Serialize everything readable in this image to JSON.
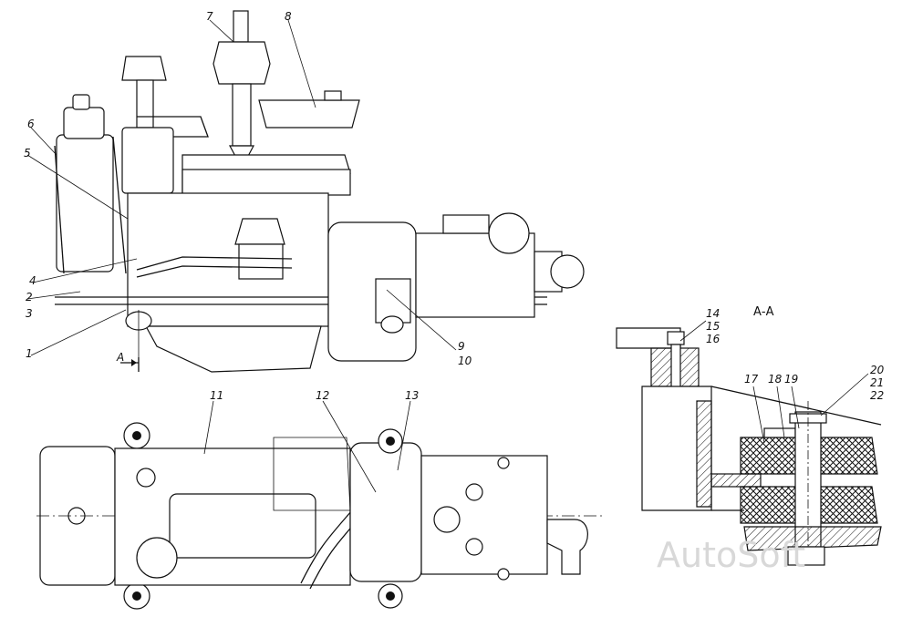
{
  "section_title": "А-А",
  "view_arrow_label": "А",
  "watermark": "AutoSoft",
  "callouts": [
    "1",
    "2",
    "3",
    "4",
    "5",
    "6",
    "7",
    "8",
    "9",
    "10",
    "11",
    "12",
    "13",
    "14",
    "15",
    "16",
    "17",
    "18",
    "19",
    "20",
    "21",
    "22"
  ]
}
